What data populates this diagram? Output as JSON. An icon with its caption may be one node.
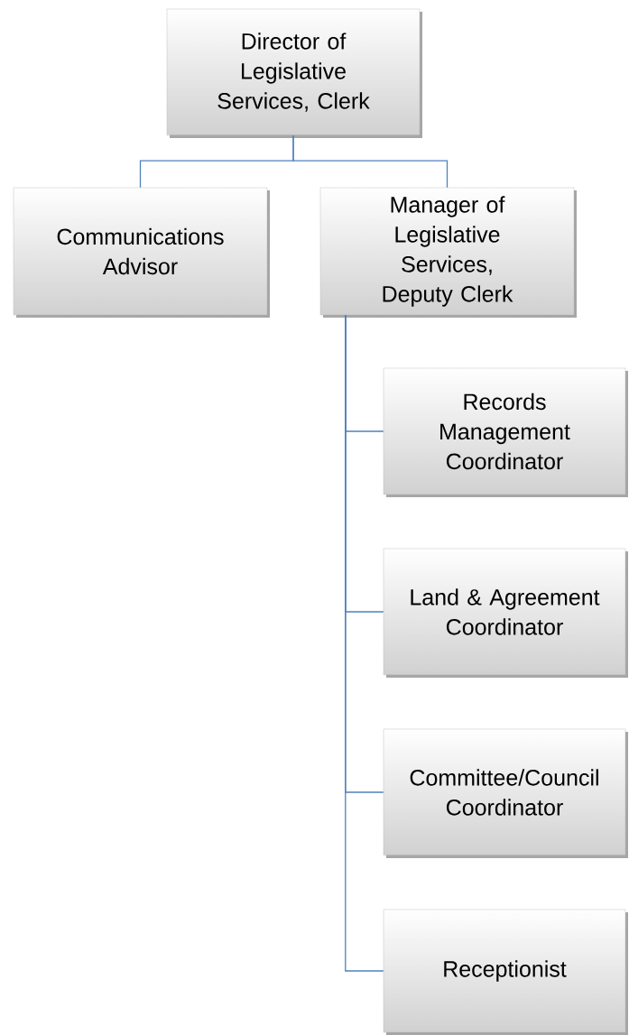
{
  "diagram": {
    "nodes": [
      {
        "text": [
          "Director of Legislative Services, Clerk"
        ]
      },
      {
        "text": [
          "Communications Advisor"
        ]
      },
      {
        "text": [
          "Manager of Legislative Services, Deputy Clerk"
        ]
      },
      {
        "text": [
          "Records Management Coordinator"
        ]
      },
      {
        "text": [
          "Land & Agreement Coordinator"
        ]
      },
      {
        "text": [
          "Committee/Council Coordinator"
        ]
      },
      {
        "text": [
          "Receptionist"
        ]
      }
    ],
    "edges": [
      {
        "from": 0,
        "to": 1,
        "arrow": "none"
      },
      {
        "from": 0,
        "to": 2,
        "arrow": "none"
      },
      {
        "from": 2,
        "to": 3,
        "arrow": "none"
      },
      {
        "from": 2,
        "to": 4,
        "arrow": "none"
      },
      {
        "from": 2,
        "to": 5,
        "arrow": "none"
      },
      {
        "from": 2,
        "to": 6,
        "arrow": "none"
      }
    ]
  }
}
